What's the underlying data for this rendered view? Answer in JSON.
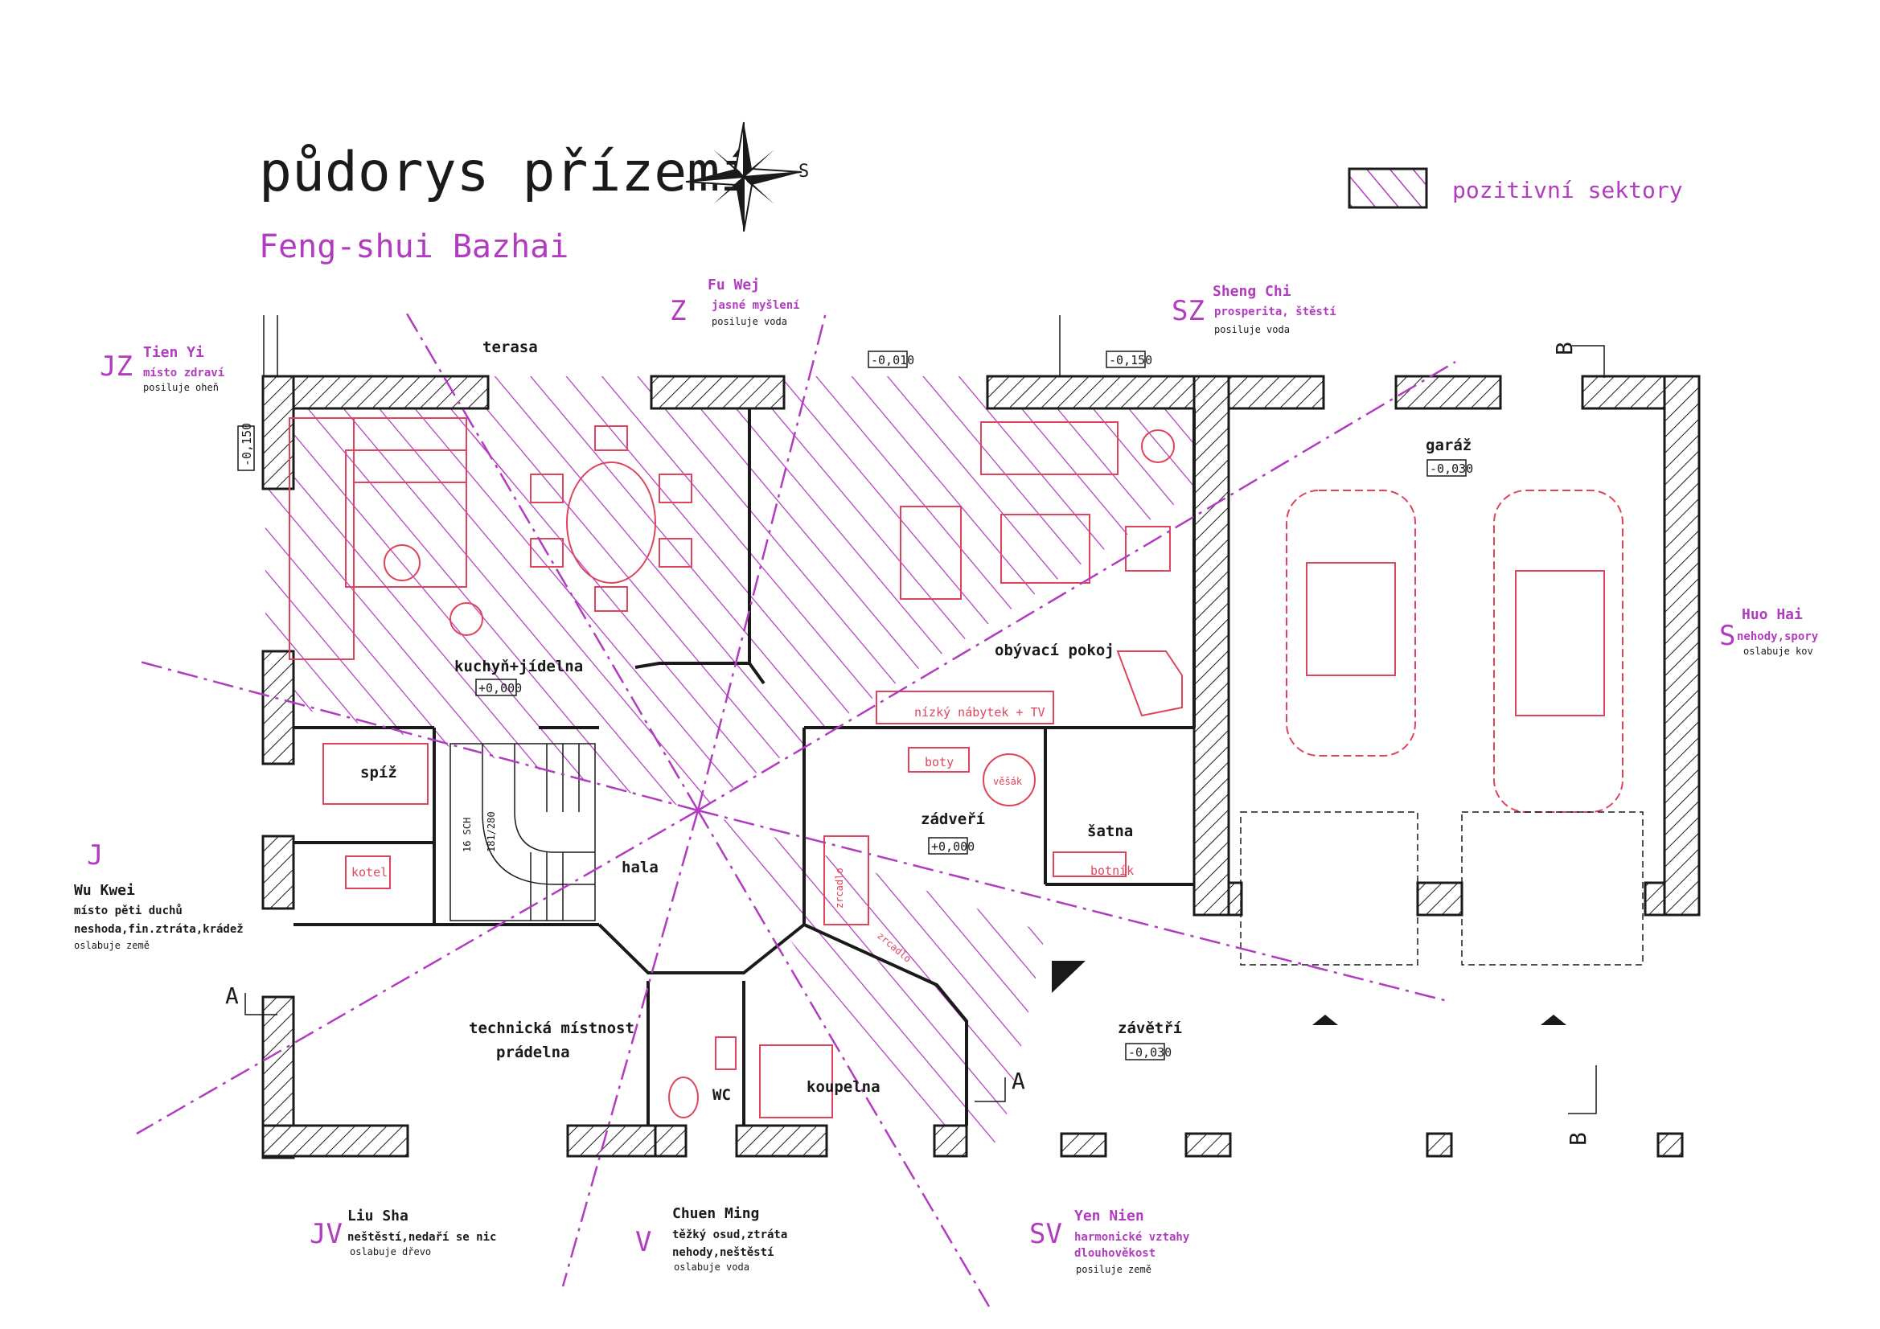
{
  "title": "půdorys přízemí",
  "subtitle": "Feng-shui  Bazhai",
  "compass_label": "S",
  "legend": {
    "label": "pozitivní sektory"
  },
  "colors": {
    "lines": "#1a1a1a",
    "accent": "#b23cbf",
    "furniture": "#e0445c"
  },
  "sectors": [
    {
      "id": "jz",
      "dir": "JZ",
      "name": "Tien Yi",
      "meaning": "místo zdraví",
      "effect": "posiluje oheň",
      "positive": true
    },
    {
      "id": "z",
      "dir": "Z",
      "name": "Fu Wej",
      "meaning": "jasné myšlení",
      "effect": "posiluje voda",
      "positive": true
    },
    {
      "id": "sz",
      "dir": "SZ",
      "name": "Sheng Chi",
      "meaning": "prosperita, štěstí",
      "effect": "posiluje voda",
      "positive": true
    },
    {
      "id": "s",
      "dir": "S",
      "name": "Huo Hai",
      "meaning": "nehody,spory",
      "effect": "oslabuje kov",
      "positive": false
    },
    {
      "id": "j",
      "dir": "J",
      "name": "Wu Kwei",
      "meaning": "místo pěti duchů",
      "meaning2": "neshoda,fin.ztráta,krádež",
      "effect": "oslabuje země",
      "positive": false
    },
    {
      "id": "jv",
      "dir": "JV",
      "name": "Liu Sha",
      "meaning": "neštěstí,nedaří se nic",
      "effect": "oslabuje dřevo",
      "positive": false
    },
    {
      "id": "v",
      "dir": "V",
      "name": "Chuen Ming",
      "meaning": "těžký osud,ztráta",
      "meaning2": "nehody,neštěstí",
      "effect": "oslabuje voda",
      "positive": false
    },
    {
      "id": "sv",
      "dir": "SV",
      "name": "Yen Nien",
      "meaning": "harmonické vztahy",
      "meaning2": "dlouhověkost",
      "effect": "posiluje země",
      "positive": true
    }
  ],
  "rooms": {
    "terasa": "terasa",
    "kuchyne": "kuchyň+jídelna",
    "kuchyne_level": "+0,000",
    "obyvaci": "obývací pokoj",
    "garaz": "garáž",
    "garaz_level": "-0,030",
    "spiz": "spíž",
    "hala": "hala",
    "zadveri": "zádveří",
    "zadveri_level": "+0,000",
    "satna": "šatna",
    "technicka": "technická místnost",
    "pradelna": "prádelna",
    "wc": "WC",
    "koupelna": "koupelna",
    "zavetri": "závětří",
    "zavetri_level": "-0,030"
  },
  "levels": {
    "terrace_1": "-0,010",
    "terrace_2": "-0,150",
    "left_side": "-0,150"
  },
  "furniture": {
    "nizky_nabytek": "nízký nábytek + TV",
    "boty": "boty",
    "vesak": "věšák",
    "botnik": "botník",
    "kotel": "kotel",
    "zrcadlo": "zrcadlo",
    "zrcadlo_2": "zrcadlo",
    "stair_1": "16 SCH",
    "stair_2": "181/280"
  },
  "sections": {
    "a": "A",
    "b": "B"
  }
}
